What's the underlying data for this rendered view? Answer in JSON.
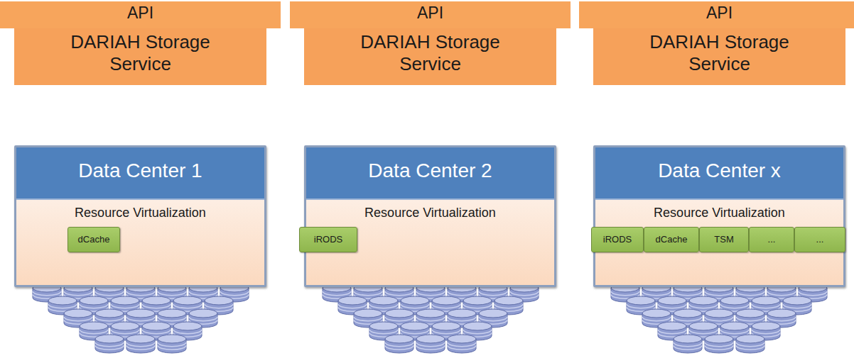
{
  "diagram": {
    "nodes": [
      {
        "text": [
          "API"
        ]
      },
      {
        "text": [
          "DARIAH Storage Service"
        ]
      },
      {
        "text": [
          "Data Center 1"
        ]
      },
      {
        "text": [
          "Resource Virtualization"
        ],
        "in": 2
      },
      {
        "text": [
          "dCache"
        ],
        "in": 3
      },
      {
        "text": [
          "API"
        ]
      },
      {
        "text": [
          "DARIAH Storage Service"
        ]
      },
      {
        "text": [
          "Data Center 2"
        ]
      },
      {
        "text": [
          "Resource Virtualization"
        ],
        "in": 7
      },
      {
        "text": [
          "iRODS"
        ],
        "in": 8
      },
      {
        "text": [
          "API"
        ]
      },
      {
        "text": [
          "DARIAH Storage Service"
        ]
      },
      {
        "text": [
          "Data Center x"
        ]
      },
      {
        "text": [
          "Resource Virtualization"
        ],
        "in": 12
      },
      {
        "text": [
          "iRODS"
        ],
        "in": 13
      },
      {
        "text": [
          "dCache"
        ],
        "in": 13
      },
      {
        "text": [
          "TSM"
        ],
        "in": 13
      },
      {
        "text": [
          "..."
        ],
        "in": 13
      },
      {
        "text": [
          "..."
        ],
        "in": 13
      }
    ]
  }
}
